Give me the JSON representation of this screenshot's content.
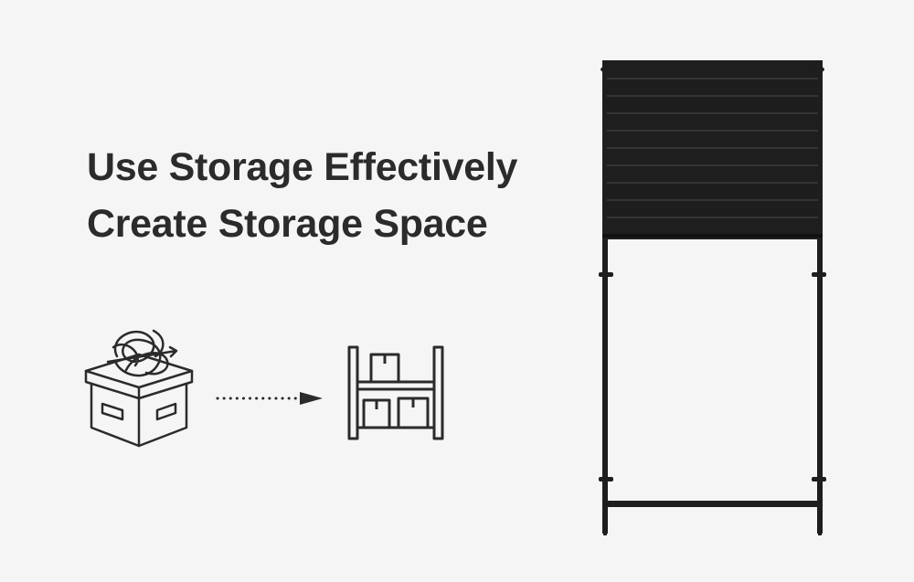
{
  "headline": {
    "line1": "Use Storage Effectively",
    "line2": "Create Storage Space"
  },
  "illustrations": {
    "left_icon": "messy-storage-box-icon",
    "arrow_icon": "dotted-arrow-right-icon",
    "right_icon": "organized-shelf-icon"
  },
  "product": {
    "name": "slatwall-storage-rack",
    "color": "#1e1e1e"
  },
  "colors": {
    "background": "#f5f5f5",
    "text": "#2b2b2b",
    "icon_stroke": "#2b2b2b"
  }
}
